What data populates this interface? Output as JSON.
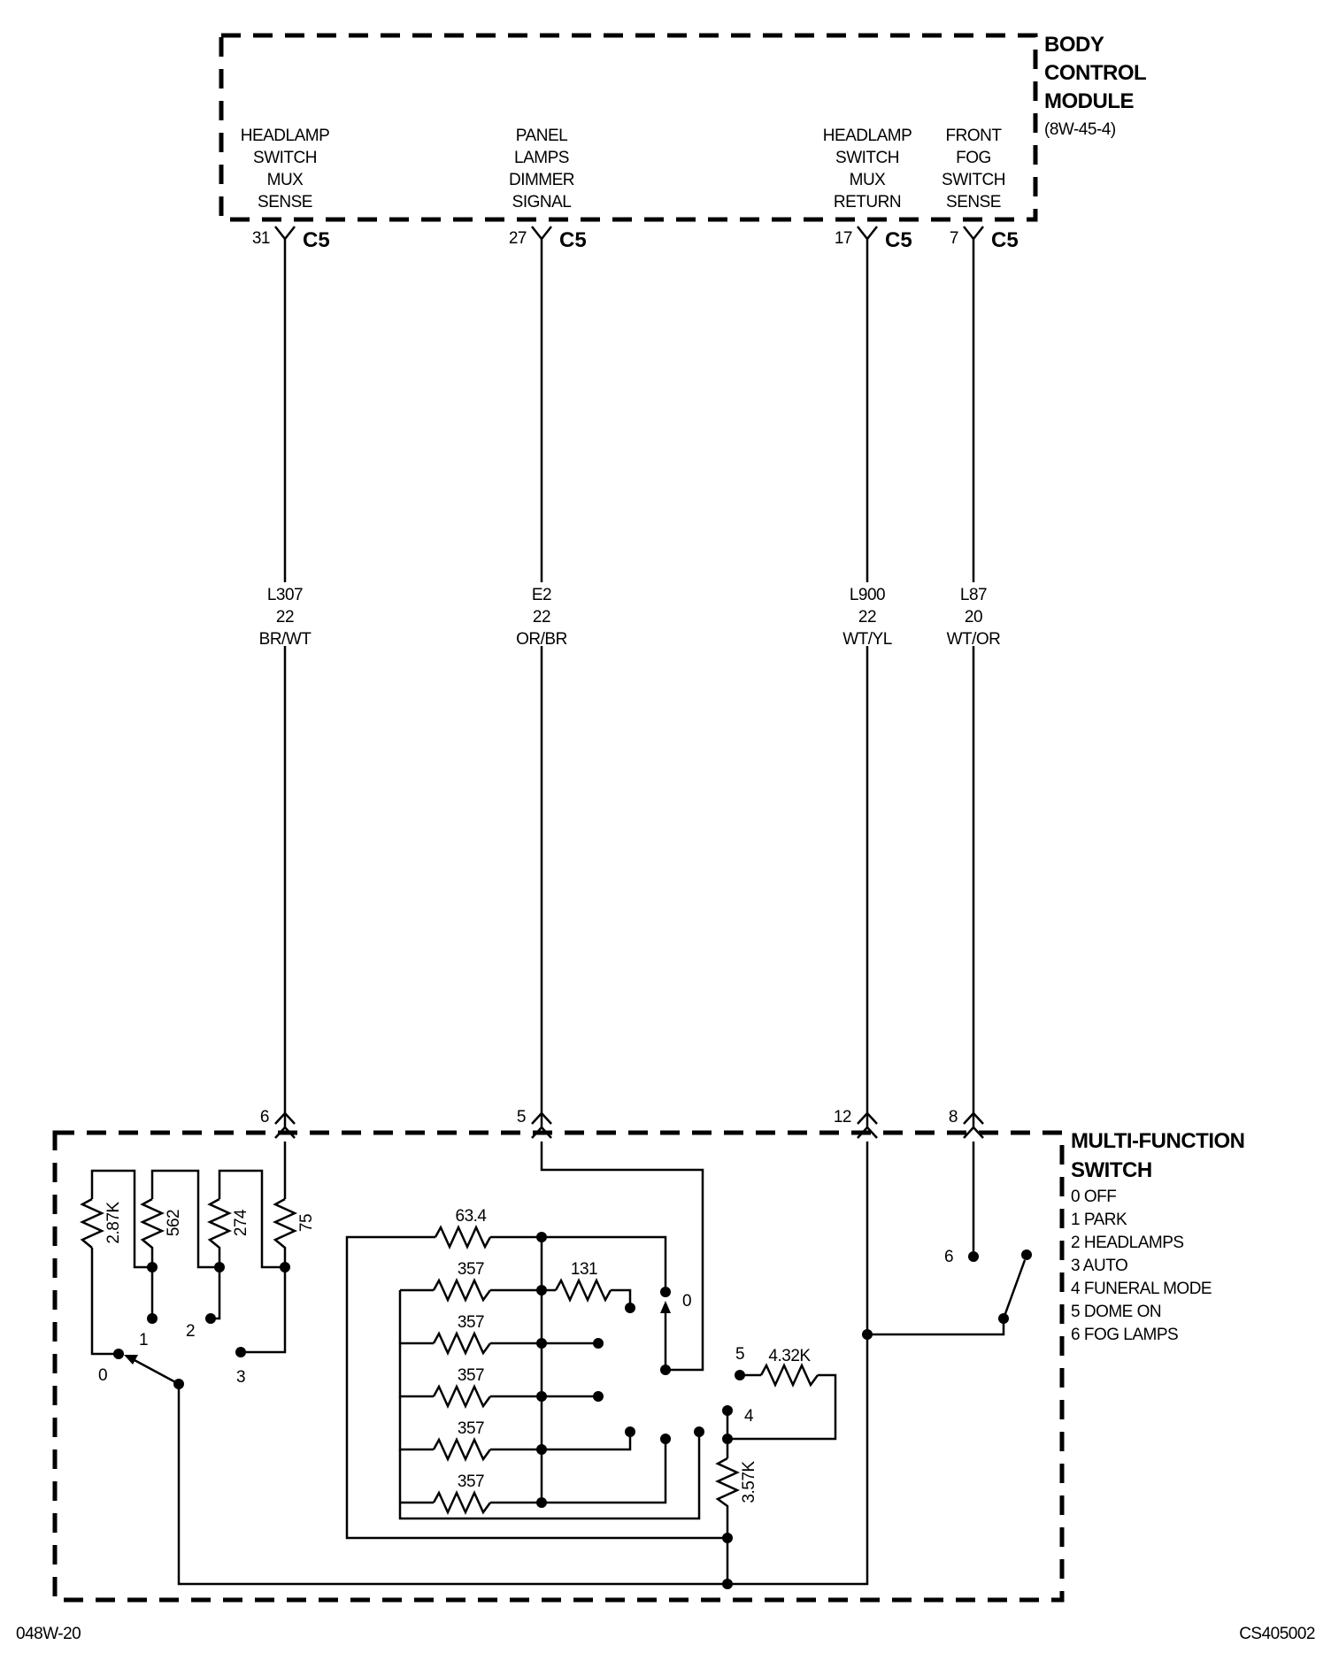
{
  "bcm": {
    "title": [
      "BODY",
      "CONTROL",
      "MODULE"
    ],
    "ref": "(8W-45-4)",
    "pins": [
      {
        "label": [
          "HEADLAMP",
          "SWITCH",
          "MUX",
          "SENSE"
        ],
        "pin": "31",
        "connector": "C5",
        "wire": [
          "L307",
          "22",
          "BR/WT"
        ],
        "mfs_pin": "6"
      },
      {
        "label": [
          "PANEL",
          "LAMPS",
          "DIMMER",
          "SIGNAL"
        ],
        "pin": "27",
        "connector": "C5",
        "wire": [
          "E2",
          "22",
          "OR/BR"
        ],
        "mfs_pin": "5"
      },
      {
        "label": [
          "HEADLAMP",
          "SWITCH",
          "MUX",
          "RETURN"
        ],
        "pin": "17",
        "connector": "C5",
        "wire": [
          "L900",
          "22",
          "WT/YL"
        ],
        "mfs_pin": "12"
      },
      {
        "label": [
          "FRONT",
          "FOG",
          "SWITCH",
          "SENSE"
        ],
        "pin": "7",
        "connector": "C5",
        "wire": [
          "L87",
          "20",
          "WT/OR"
        ],
        "mfs_pin": "8"
      }
    ]
  },
  "mfs": {
    "title": [
      "MULTI-FUNCTION",
      "SWITCH"
    ],
    "positions": [
      "0 OFF",
      "1 PARK",
      "2 HEADLAMPS",
      "3 AUTO",
      "4 FUNERAL MODE",
      "5 DOME ON",
      "6 FOG LAMPS"
    ],
    "headlamp_resistors": [
      "2.87K",
      "562",
      "274",
      "75"
    ],
    "headlamp_contacts": [
      "0",
      "1",
      "2",
      "3"
    ],
    "dimmer_resistors": [
      "63.4",
      "357",
      "131",
      "357",
      "357",
      "357",
      "357"
    ],
    "dimmer_contact": "0",
    "mode_resistors": [
      "4.32K",
      "3.57K"
    ],
    "mode_contacts": [
      "5",
      "4"
    ],
    "fog_contact": "6"
  },
  "footer": {
    "left": "048W-20",
    "right": "CS405002"
  }
}
